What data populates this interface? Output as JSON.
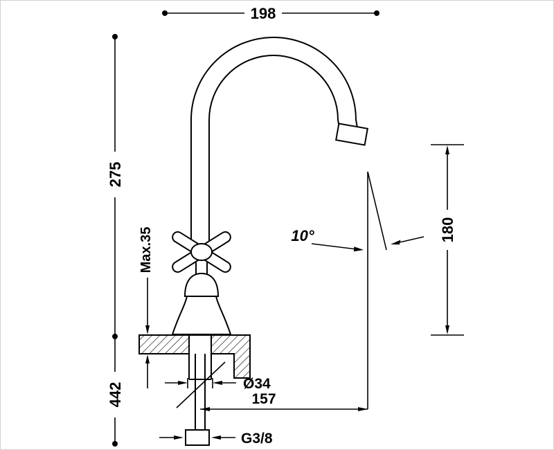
{
  "meta": {
    "colors": {
      "line": "#000000",
      "background": "#ffffff",
      "border": "#d0d0d0"
    }
  },
  "dimensions": {
    "spout_reach": "198",
    "height_deck_to_top": "275",
    "deck_thickness_max": "Max.35",
    "total_height": "442",
    "outlet_height": "180",
    "outlet_angle": "10°",
    "shank_diameter": "Ø34",
    "outlet_projection": "157",
    "supply_connection": "G3/8"
  }
}
